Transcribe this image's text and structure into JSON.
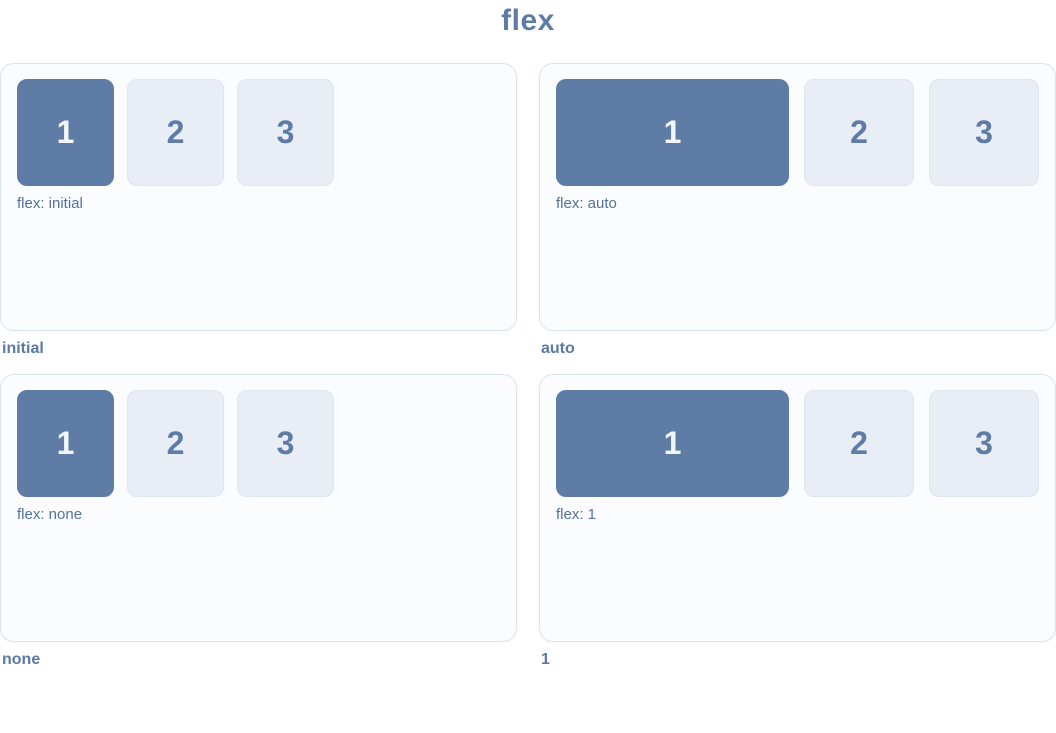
{
  "title": "flex",
  "colors": {
    "accent": "#5e7ca6",
    "box_light": "#e9edf5",
    "box_light_border": "#dde5f0",
    "panel_bg": "#fafcfe",
    "panel_border": "#dbe3ee",
    "label": "#54719d",
    "caption": "#5b79a5",
    "box_number_light": "#f2f6fa"
  },
  "panels": [
    {
      "caption": "initial",
      "label": "flex: initial",
      "boxes": [
        "1",
        "2",
        "3"
      ]
    },
    {
      "caption": "auto",
      "label": "flex: auto",
      "boxes": [
        "1",
        "2",
        "3"
      ]
    },
    {
      "caption": "none",
      "label": "flex: none",
      "boxes": [
        "1",
        "2",
        "3"
      ]
    },
    {
      "caption": "1",
      "label": "flex: 1",
      "boxes": [
        "1",
        "2",
        "3"
      ]
    }
  ]
}
